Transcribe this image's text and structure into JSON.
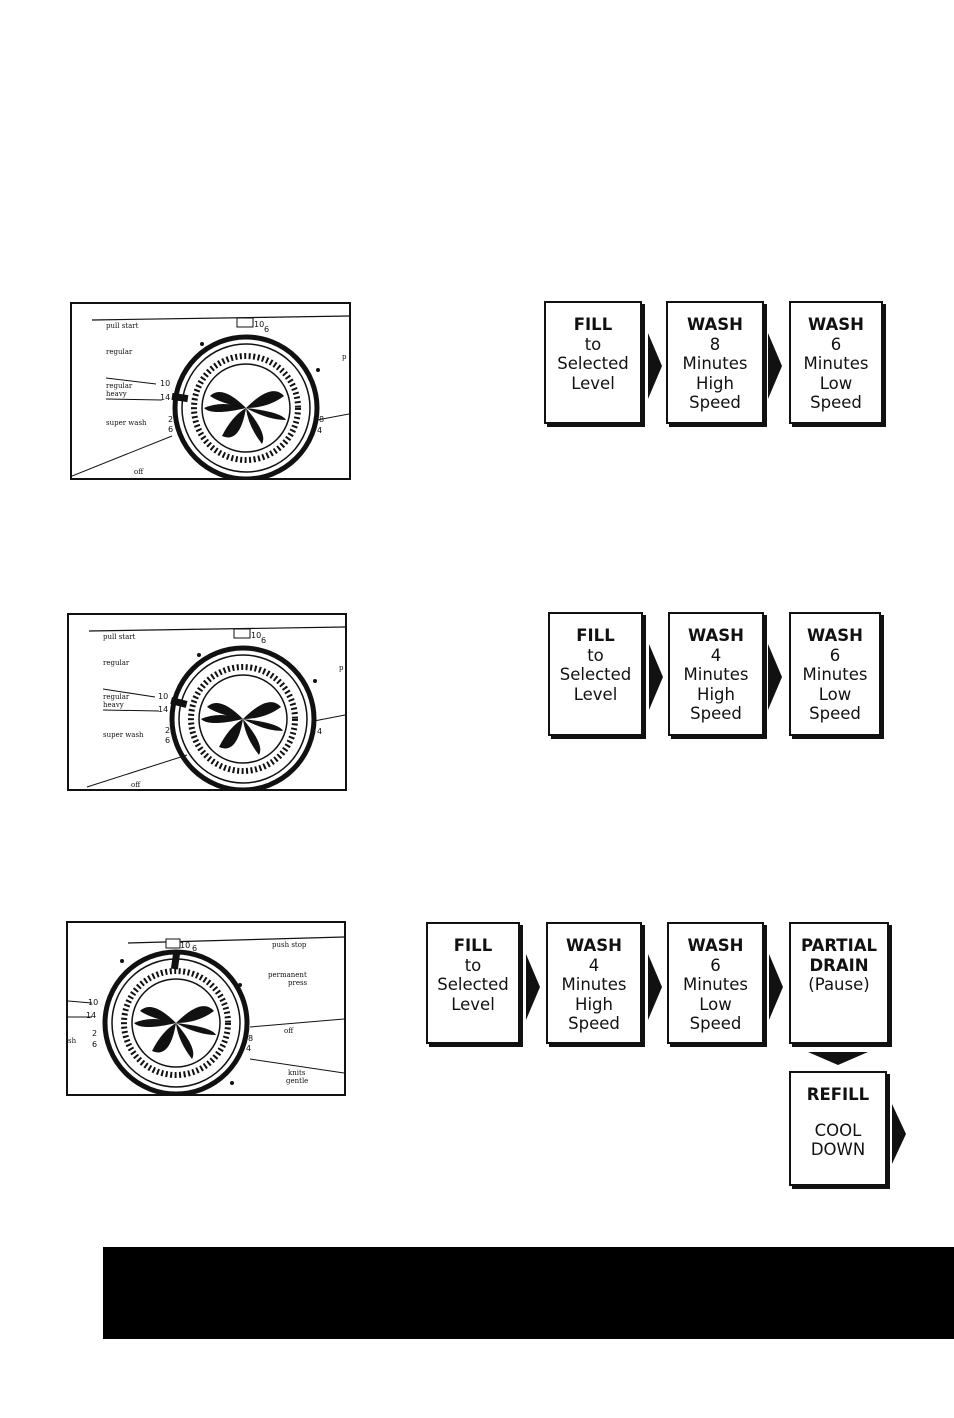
{
  "dial_labels": {
    "pull_start": "pull start",
    "regular": "regular",
    "regular_heavy_1": "regular",
    "regular_heavy_2": "heavy",
    "super_wash": "super wash",
    "off": "off",
    "push_stop": "push stop",
    "permanent_press_1": "permanent",
    "permanent_press_2": "press",
    "knits_gentle_1": "knits",
    "knits_gentle_2": "gentle",
    "p": "p",
    "sh": "sh",
    "n10": "10",
    "n14": "14",
    "n2": "2",
    "n6": "6",
    "n8": "8",
    "n4": "4",
    "off_small": "off"
  },
  "sequences": [
    {
      "steps": [
        {
          "l1": "FILL",
          "l2": "to",
          "l3": "Selected",
          "l4": "Level",
          "l5": ""
        },
        {
          "l1": "WASH",
          "l2": "8",
          "l3": "Minutes",
          "l4": "High",
          "l5": "Speed"
        },
        {
          "l1": "WASH",
          "l2": "6",
          "l3": "Minutes",
          "l4": "Low",
          "l5": "Speed"
        }
      ]
    },
    {
      "steps": [
        {
          "l1": "FILL",
          "l2": "to",
          "l3": "Selected",
          "l4": "Level",
          "l5": ""
        },
        {
          "l1": "WASH",
          "l2": "4",
          "l3": "Minutes",
          "l4": "High",
          "l5": "Speed"
        },
        {
          "l1": "WASH",
          "l2": "6",
          "l3": "Minutes",
          "l4": "Low",
          "l5": "Speed"
        }
      ]
    },
    {
      "steps": [
        {
          "l1": "FILL",
          "l2": "to",
          "l3": "Selected",
          "l4": "Level",
          "l5": ""
        },
        {
          "l1": "WASH",
          "l2": "4",
          "l3": "Minutes",
          "l4": "High",
          "l5": "Speed"
        },
        {
          "l1": "WASH",
          "l2": "6",
          "l3": "Minutes",
          "l4": "Low",
          "l5": "Speed"
        },
        {
          "l1": "PARTIAL",
          "l2": "DRAIN",
          "l3": "(Pause)",
          "l4": "",
          "l5": ""
        }
      ],
      "extra": {
        "l1": "REFILL",
        "l2": "COOL",
        "l3": "DOWN"
      }
    }
  ]
}
